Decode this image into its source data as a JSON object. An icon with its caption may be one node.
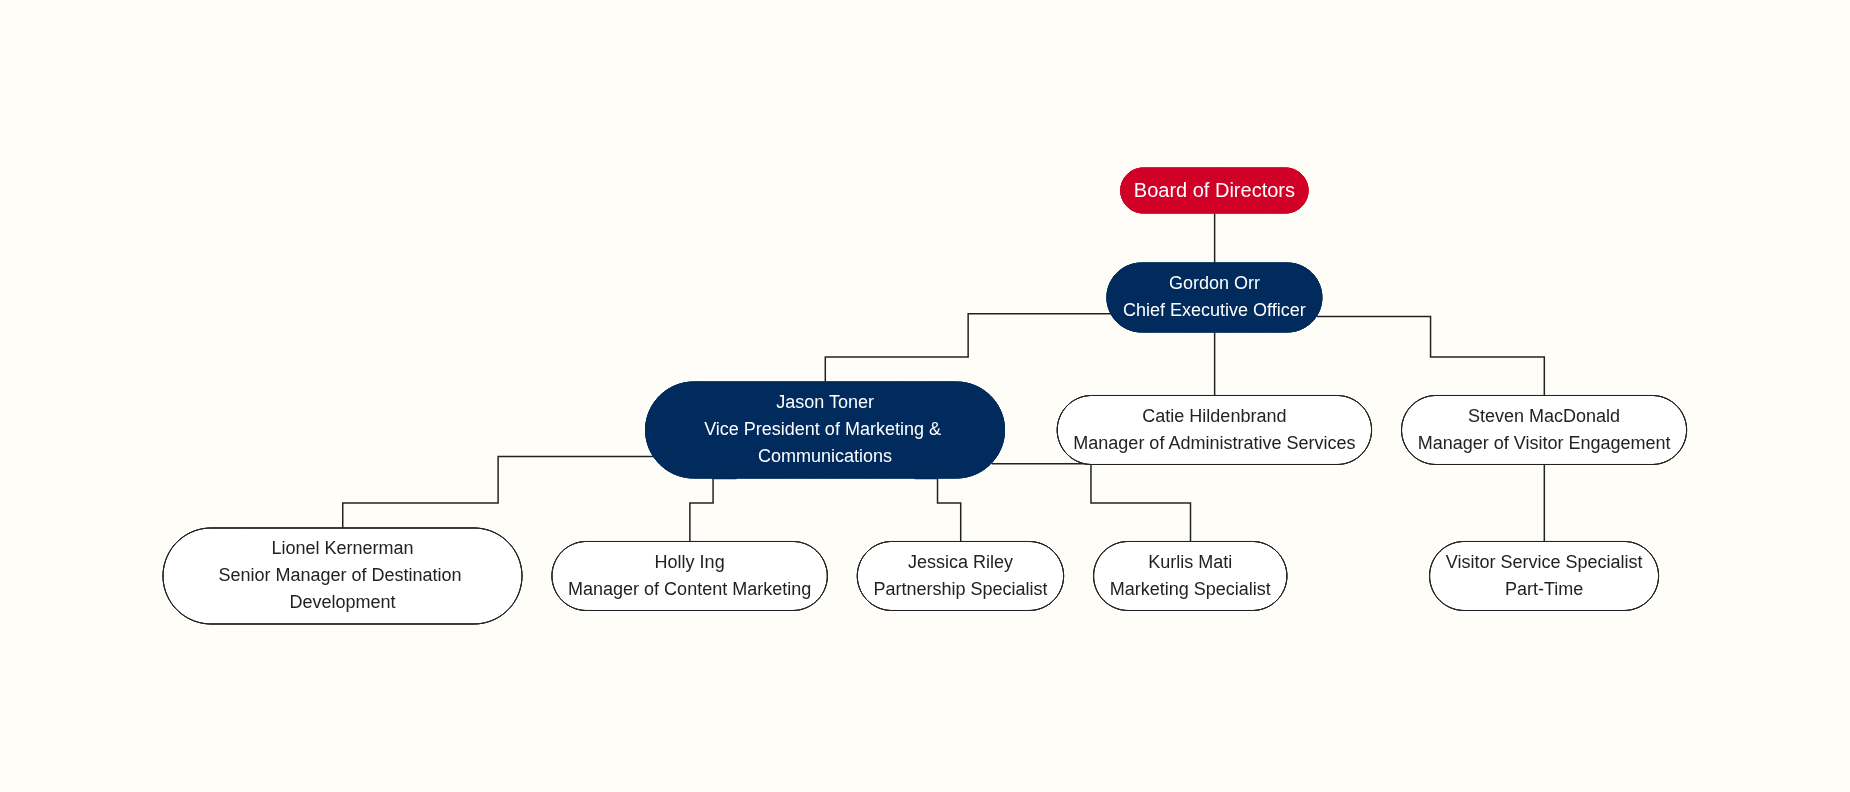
{
  "diagram": {
    "nodes": [
      {
        "text": [
          "Board of Directors"
        ]
      },
      {
        "text": [
          "Gordon Orr",
          "Chief Executive Officer"
        ]
      },
      {
        "text": [
          "Jason Toner",
          "Vice President of Marketing & Communications"
        ]
      },
      {
        "text": [
          "Catie Hildenbrand",
          "Manager of Administrative Services"
        ]
      },
      {
        "text": [
          "Steven MacDonald",
          "Manager of Visitor Engagement"
        ]
      },
      {
        "text": [
          "Visitor Service Specialist",
          "Part-Time"
        ]
      },
      {
        "text": [
          "Lionel Kernerman",
          "Senior Manager of Destination Development"
        ]
      },
      {
        "text": [
          "Holly Ing",
          "Manager of Content Marketing"
        ]
      },
      {
        "text": [
          "Jessica Riley",
          "Partnership Specialist"
        ]
      },
      {
        "text": [
          "Kurlis Mati",
          "Marketing Specialist"
        ]
      }
    ],
    "edges": [
      {
        "from": 0,
        "to": 1,
        "arrow": "none"
      },
      {
        "from": 1,
        "to": 2,
        "arrow": "none"
      },
      {
        "from": 1,
        "to": 3,
        "arrow": "none"
      },
      {
        "from": 1,
        "to": 4,
        "arrow": "none"
      },
      {
        "from": 4,
        "to": 5,
        "arrow": "none"
      },
      {
        "from": 2,
        "to": 6,
        "arrow": "none"
      },
      {
        "from": 2,
        "to": 7,
        "arrow": "none"
      },
      {
        "from": 2,
        "to": 8,
        "arrow": "none"
      },
      {
        "from": 2,
        "to": 9,
        "arrow": "none"
      }
    ]
  }
}
